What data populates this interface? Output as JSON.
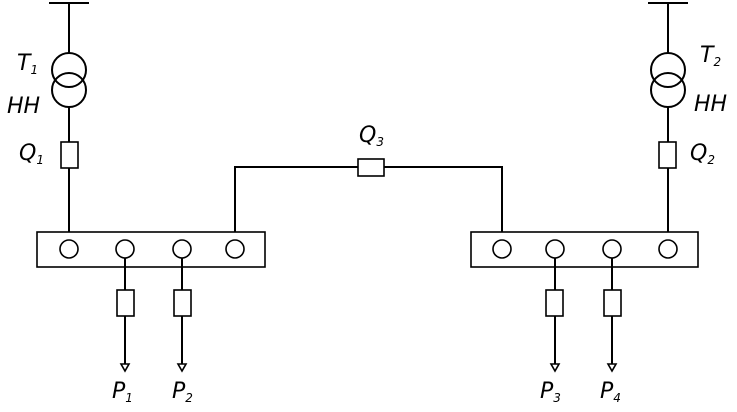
{
  "labels": {
    "T1": {
      "main": "T",
      "sub": "1"
    },
    "T2": {
      "main": "T",
      "sub": "2"
    },
    "HH_left": "HH",
    "HH_right": "HH",
    "Q1": {
      "main": "Q",
      "sub": "1"
    },
    "Q2": {
      "main": "Q",
      "sub": "2"
    },
    "Q3": {
      "main": "Q",
      "sub": "3"
    },
    "P1": {
      "main": "P",
      "sub": "1"
    },
    "P2": {
      "main": "P",
      "sub": "2"
    },
    "P3": {
      "main": "P",
      "sub": "3"
    },
    "P4": {
      "main": "P",
      "sub": "4"
    }
  }
}
